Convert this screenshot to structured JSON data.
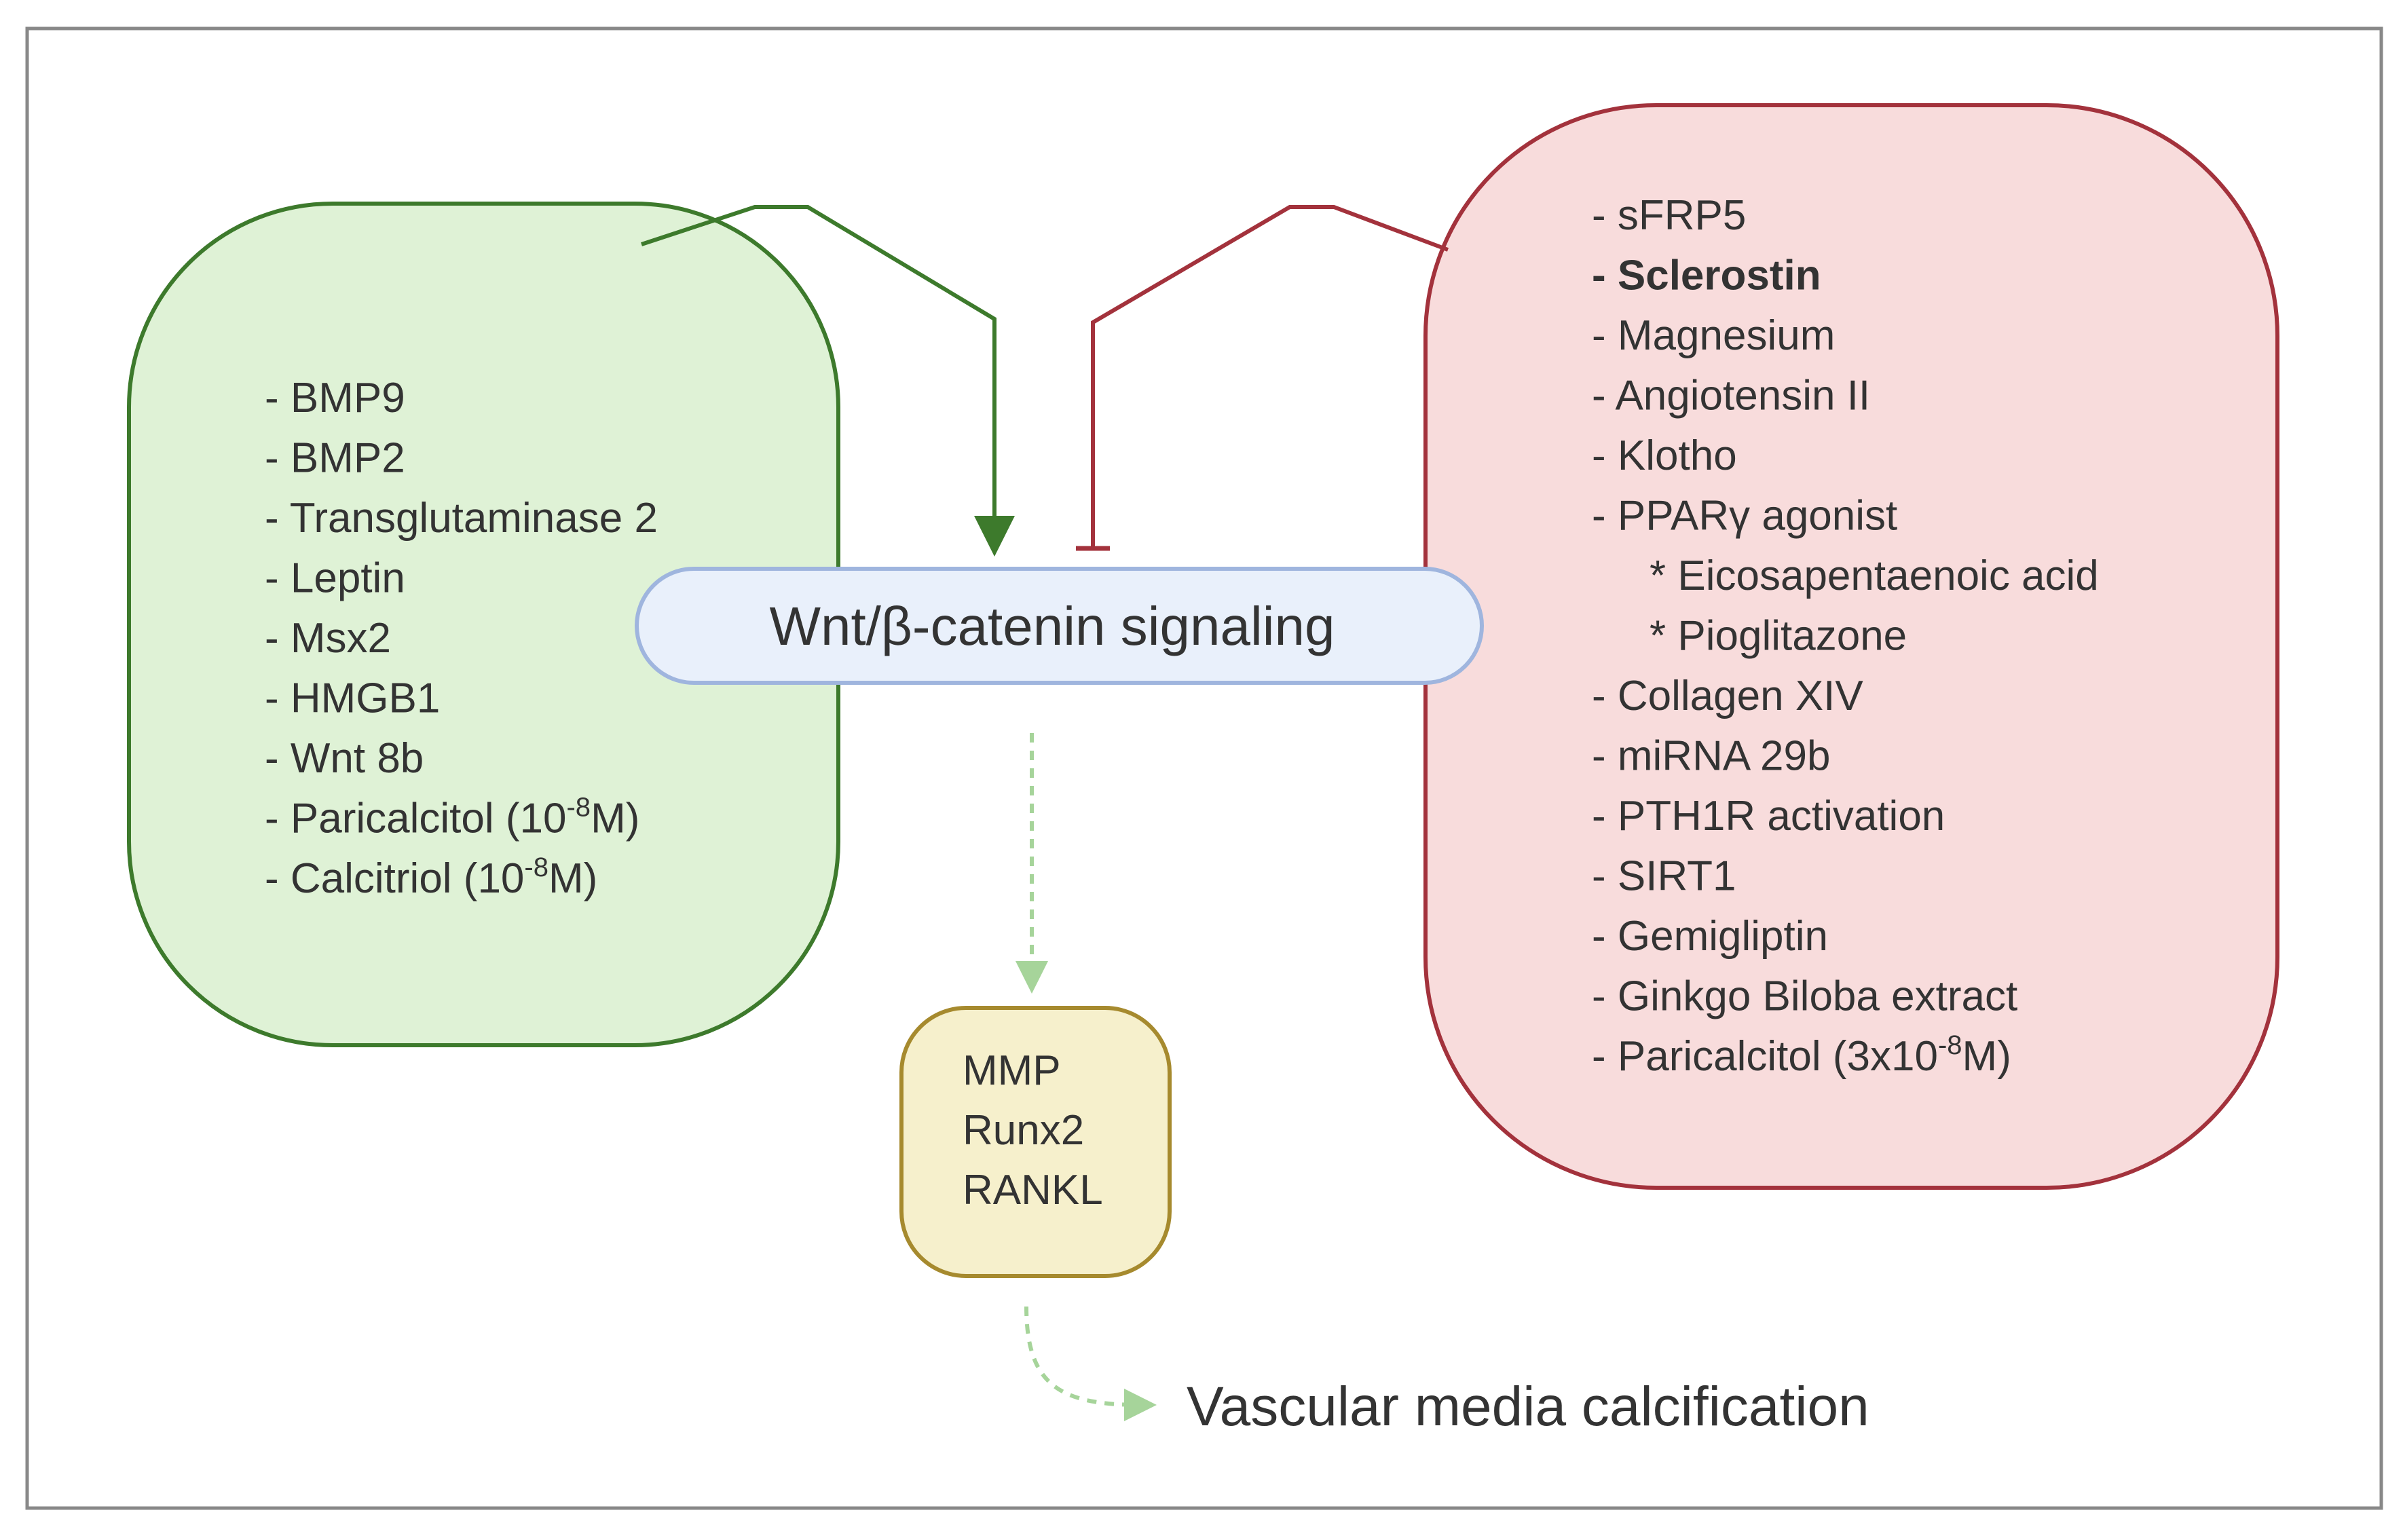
{
  "colors": {
    "frame": "#888888",
    "activator_fill": "#dff2d6",
    "activator_stroke": "#3d7a2c",
    "inhibitor_fill": "#f8dcdc",
    "inhibitor_stroke": "#a3323c",
    "pathway_fill": "#e9f0fb",
    "pathway_stroke": "#9fb5de",
    "targets_fill": "#f6f0cc",
    "targets_stroke": "#a68a2e",
    "dashed_arrow": "#a6d49a",
    "text": "#333333"
  },
  "activators": {
    "items": [
      {
        "prefix": "- ",
        "text": "BMP9"
      },
      {
        "prefix": "- ",
        "text": "BMP2"
      },
      {
        "prefix": "- ",
        "text": "Transglutaminase 2"
      },
      {
        "prefix": "- ",
        "text": "Leptin"
      },
      {
        "prefix": "- ",
        "text": "Msx2"
      },
      {
        "prefix": "- ",
        "text": "HMGB1"
      },
      {
        "prefix": "- ",
        "text": "Wnt 8b"
      },
      {
        "prefix": "- ",
        "text": "Paricalcitol (10",
        "sup": "-8",
        "after": "M)"
      },
      {
        "prefix": "- ",
        "text": "Calcitriol (10",
        "sup": "-8",
        "after": "M)"
      }
    ]
  },
  "pathway": {
    "label": "Wnt/β-catenin signaling"
  },
  "inhibitors": {
    "items": [
      {
        "prefix": "- ",
        "text": "sFRP5"
      },
      {
        "prefix": "- ",
        "text": "Sclerostin",
        "bold": true
      },
      {
        "prefix": "- ",
        "text": "Magnesium"
      },
      {
        "prefix": "- ",
        "text": "Angiotensin II"
      },
      {
        "prefix": "- ",
        "text": "Klotho"
      },
      {
        "prefix": "- ",
        "text": "PPARγ agonist"
      },
      {
        "prefix": "* ",
        "text": "Eicosapentaenoic acid",
        "indent": true
      },
      {
        "prefix": "* ",
        "text": "Pioglitazone",
        "indent": true
      },
      {
        "prefix": "- ",
        "text": "Collagen XIV"
      },
      {
        "prefix": "- ",
        "text": "miRNA 29b"
      },
      {
        "prefix": "- ",
        "text": "PTH1R activation"
      },
      {
        "prefix": "- ",
        "text": "SIRT1"
      },
      {
        "prefix": "- ",
        "text": "Gemigliptin"
      },
      {
        "prefix": "- ",
        "text": "Ginkgo Biloba extract"
      },
      {
        "prefix": "- ",
        "text": "Paricalcitol (3x10",
        "sup": "-8",
        "after": "M)"
      }
    ]
  },
  "targets": {
    "items": [
      "MMP",
      "Runx2",
      "RANKL"
    ]
  },
  "outcome": {
    "label": "Vascular media calcification"
  }
}
